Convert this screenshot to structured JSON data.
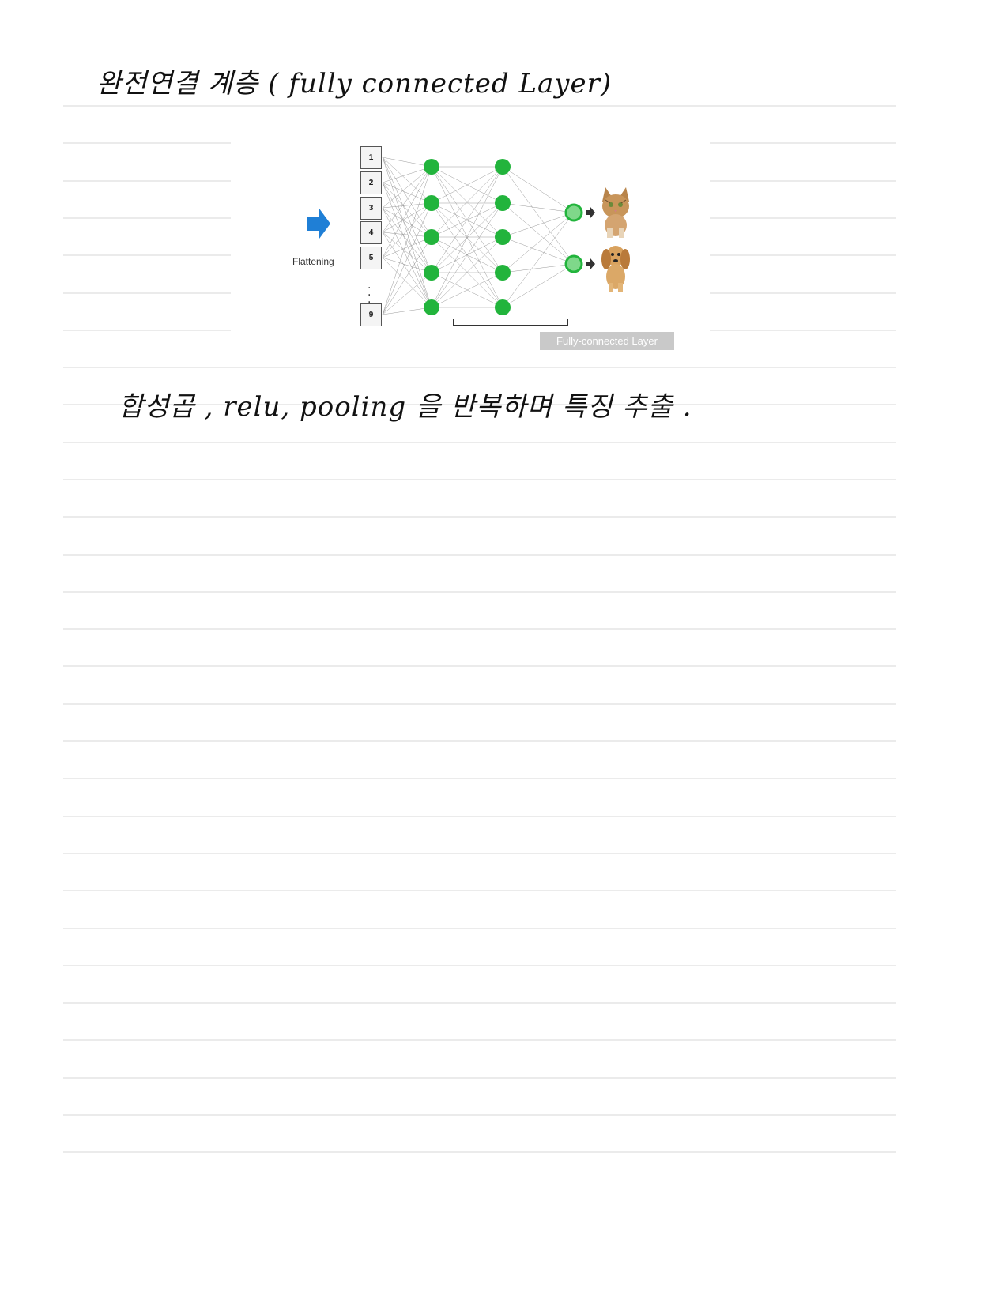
{
  "title_handwritten": "완전연결 계층 ( fully connected Layer)",
  "diagram": {
    "flattening_label": "Flattening",
    "inputs": [
      "1",
      "2",
      "3",
      "4",
      "5",
      "9"
    ],
    "ellipsis": "⋮",
    "fc_label": "Fully-connected Layer",
    "node_color": "#22b43c",
    "arrow_color": "#1f7fd6",
    "outputs": [
      "cat-image",
      "dog-image"
    ]
  },
  "note_handwritten": "합성곱 , relu, pooling 을 반복하며 특징 추출 ."
}
